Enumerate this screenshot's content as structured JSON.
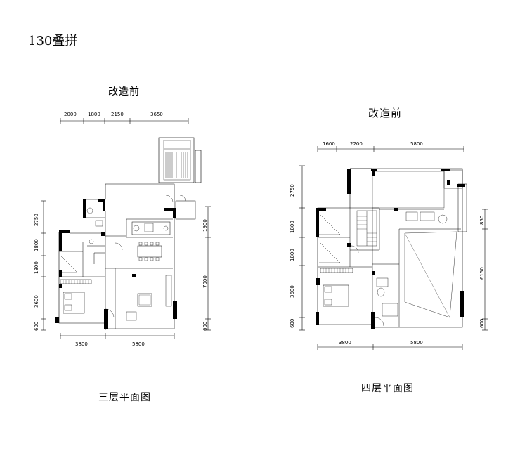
{
  "page_title": "130叠拼",
  "floor3": {
    "before_label": "改造前",
    "floor_name": "三层平面图",
    "top_dims": [
      "2000",
      "1800",
      "2150",
      "3650"
    ],
    "bottom_dims": [
      "3800",
      "5800"
    ],
    "left_dims": [
      "2750",
      "1800",
      "1800",
      "3600",
      "600"
    ],
    "right_dims": [
      "1900",
      "7000",
      "600"
    ]
  },
  "floor4": {
    "before_label": "改造前",
    "floor_name": "四层平面图",
    "top_dims": [
      "1600",
      "2200",
      "5800"
    ],
    "bottom_dims": [
      "3800",
      "5800"
    ],
    "left_dims": [
      "2750",
      "1800",
      "1800",
      "3600",
      "600"
    ],
    "right_dims": [
      "850",
      "6150",
      "600"
    ]
  }
}
